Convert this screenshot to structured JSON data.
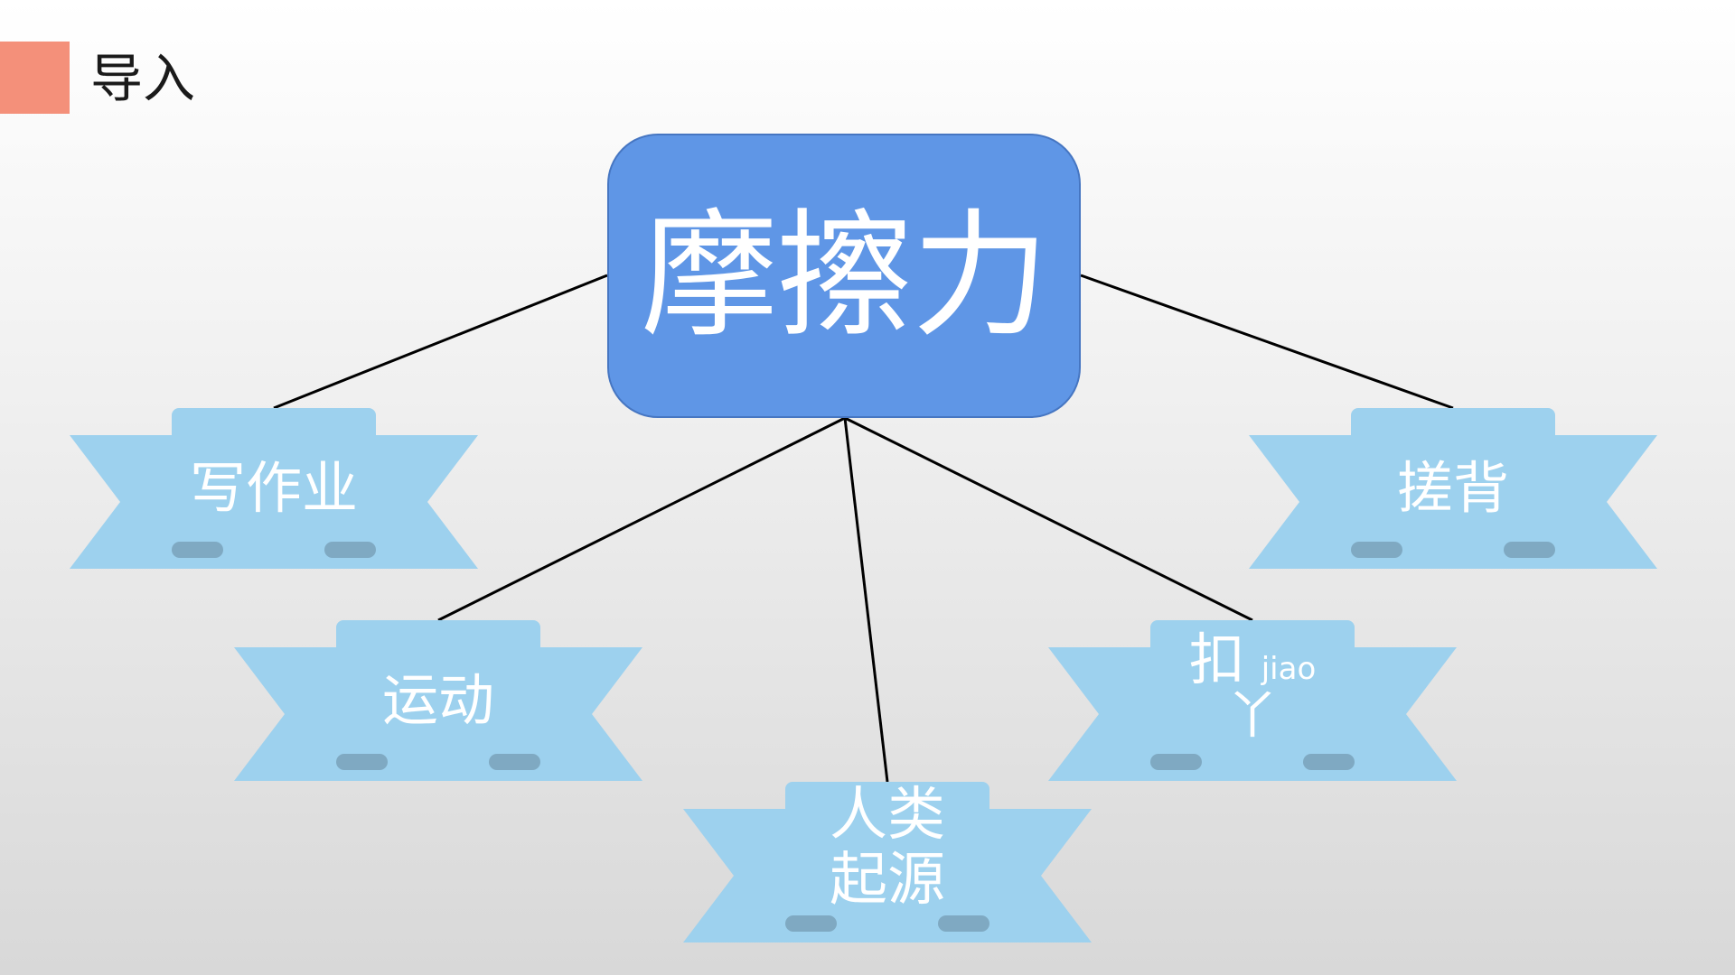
{
  "header": {
    "title": "导入"
  },
  "central": {
    "label": "摩擦力"
  },
  "nodes": {
    "homework": {
      "label": "写作业"
    },
    "back_scrub": {
      "label": "搓背"
    },
    "exercise": {
      "label": "运动"
    },
    "human_origin": {
      "line1": "人类",
      "line2": "起源"
    },
    "itch_scratch": {
      "char": "扣",
      "pinyin": "jiao",
      "bopomofo": "丫"
    }
  },
  "colors": {
    "accent": "#f4907a",
    "central_fill": "#5f96e6",
    "banner_fill": "#9dd1ee",
    "banner_fold": "#7fa9c2",
    "connector": "#000000"
  }
}
